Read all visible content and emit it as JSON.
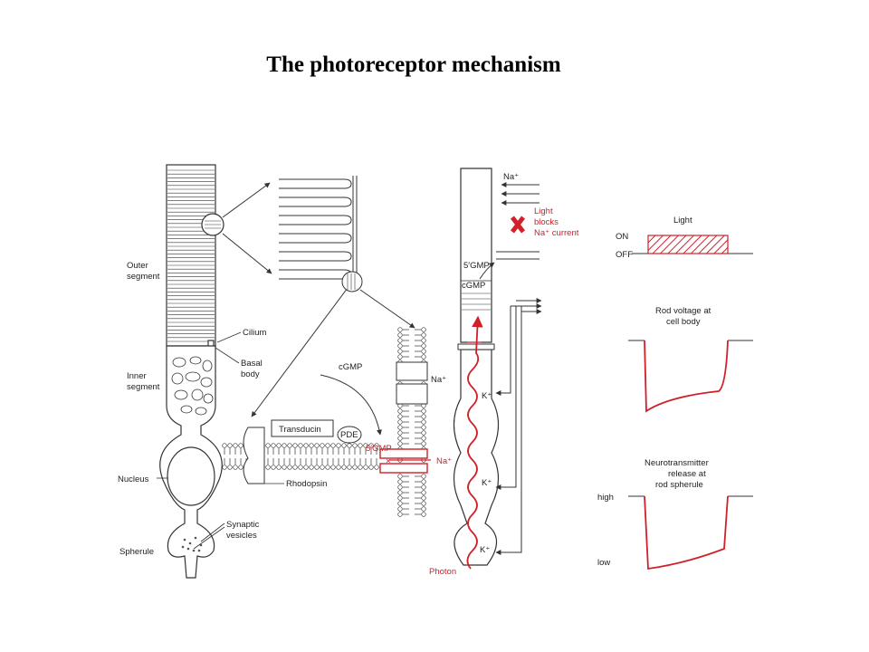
{
  "title": "The photoreceptor mechanism",
  "colors": {
    "accent_red": "#d0202a",
    "line": "#333333"
  },
  "rod_cell": {
    "labels": {
      "outer_segment_1": "Outer",
      "outer_segment_2": "segment",
      "cilium": "Cilium",
      "basal_body_1": "Basal",
      "basal_body_2": "body",
      "inner_segment_1": "Inner",
      "inner_segment_2": "segment",
      "nucleus": "Nucleus",
      "synaptic_vesicles_1": "Synaptic",
      "synaptic_vesicles_2": "vesicles",
      "spherule": "Spherule"
    }
  },
  "membrane_detail": {
    "labels": {
      "cgmp": "cGMP",
      "na_plus": "Na⁺",
      "transducin": "Transducin",
      "pde": "PDE",
      "five_gmp": "5′GMP",
      "x_mark": "×",
      "na_plus_2": "Na⁺",
      "rhodopsin": "Rhodopsin"
    }
  },
  "current_diagram": {
    "labels": {
      "na_plus_top": "Na⁺",
      "light_blocks_1": "Light",
      "light_blocks_2": "blocks",
      "light_blocks_3": "Na⁺ current",
      "x_block": "X",
      "five_gmp": "5′GMP",
      "cgmp": "cGMP",
      "k_plus_1": "K⁺",
      "k_plus_2": "K⁺",
      "k_plus_3": "K⁺",
      "photon": "Photon"
    }
  },
  "response_graphs": {
    "light": {
      "title": "Light",
      "on": "ON",
      "off": "OFF"
    },
    "rod_voltage": {
      "title_1": "Rod voltage at",
      "title_2": "cell body"
    },
    "neurotransmitter": {
      "title_1": "Neurotransmitter",
      "title_2": "release at",
      "title_3": "rod spherule",
      "high": "high",
      "low": "low"
    }
  }
}
